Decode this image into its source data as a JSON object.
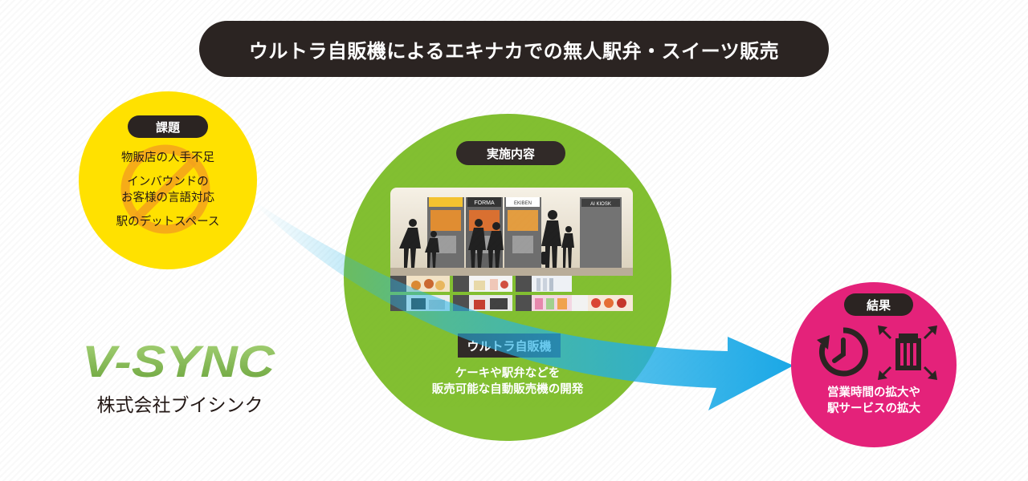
{
  "banner": {
    "title": "ウルトラ自販機によるエキナカでの無人駅弁・スイーツ販売"
  },
  "issue": {
    "title": "課題",
    "lines": [
      "物販店の人手不足",
      "インバウンドの",
      "お客様の言語対応",
      "駅のデットスペース"
    ]
  },
  "measure": {
    "title": "実施内容",
    "machine_label": "ウルトラ自販機",
    "desc_lines": [
      "ケーキや駅弁などを",
      "販売可能な自動販売機の開発"
    ],
    "kiosk_signs": [
      "FORMA",
      "EKIBEN",
      "AI KIOSK"
    ]
  },
  "result": {
    "title": "結果",
    "desc_lines": [
      "営業時間の拡大や",
      "駅サービスの拡大"
    ]
  },
  "logo": {
    "mark": "V-SYNC",
    "company_name": "株式会社ブイシンク"
  },
  "colors": {
    "issue": "#ffe100",
    "measure": "#7ebd2b",
    "result": "#e4227a",
    "arrow": "#29b6e8",
    "pill": "#2b2422"
  }
}
